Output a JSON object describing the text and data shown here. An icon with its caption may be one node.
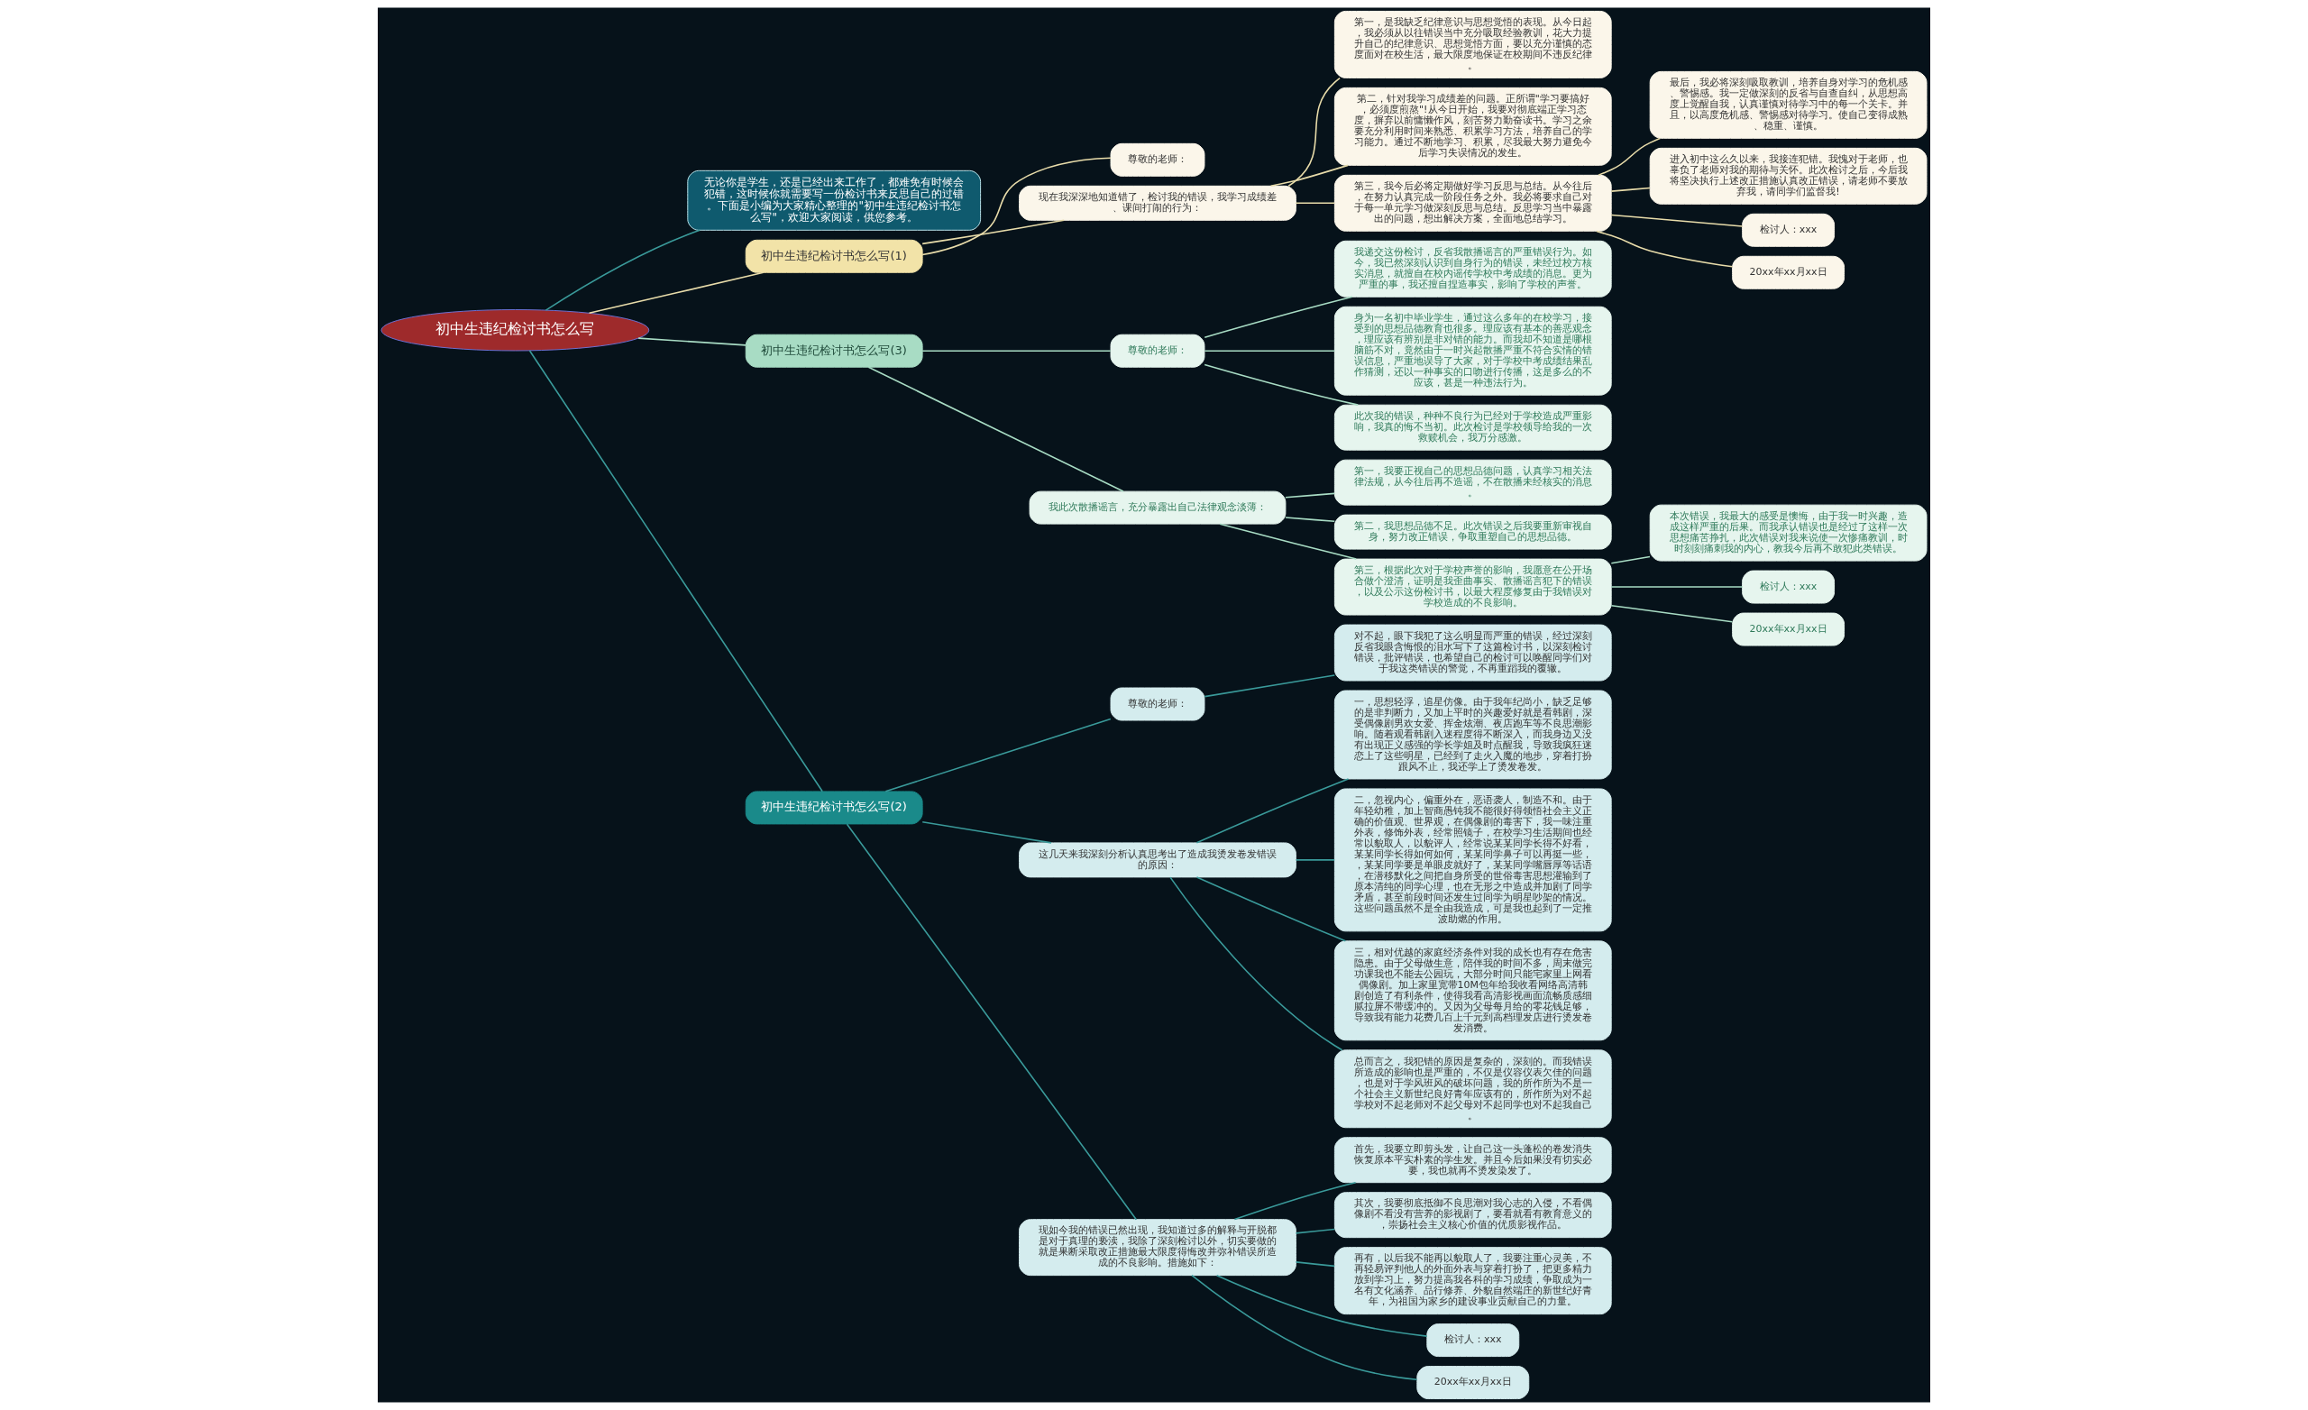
{
  "diagram": {
    "nodes": [
      {
        "text": [
          "初中生违纪检讨书怎么写"
        ]
      },
      {
        "text": [
          "无论你是学生，还是已经出来工作了，都难免有时候会犯错，这时候你就需要写一份检讨书来反思自己的过错。下面是小编为大家精心整理的\"初中生违纪检讨书怎么写\"，欢迎大家阅读，供您参考。"
        ]
      },
      {
        "text": [
          "初中生违纪检讨书怎么写(1)"
        ]
      },
      {
        "text": [
          "尊敬的老师："
        ]
      },
      {
        "text": [
          "现在我深深地知道错了，检讨我的错误，我学习成绩差、课间打闹的行为："
        ]
      },
      {
        "text": [
          "第一，是我缺乏纪律意识与思想觉悟的表现。从今日起，我必须从以往错误当中充分吸取经验教训，花大力提升自己的纪律意识、思想觉悟方面，要以充分谨慎的态度面对在校生活，最大限度地保证在校期间不违反纪律。"
        ]
      },
      {
        "text": [
          "第二，针对我学习成绩差的问题。正所谓\"学习要搞好，必须度煎熬\"!从今日开始，我要对彻底端正学习态度，摒弃以前慵懒作风，刻苦努力勤奋读书。学习之余要充分利用时间来熟悉、积累学习方法，培养自己的学习能力。通过不断地学习、积累，尽我最大努力避免今后学习失误情况的发生。"
        ]
      },
      {
        "text": [
          "第三，我今后必将定期做好学习反思与总结。从今往后，在努力认真完成一阶段任务之外。我必将要求自己对于每一单元学习做深刻反思与总结。反思学习当中暴露出的问题，想出解决方案，全面地总结学习。"
        ]
      },
      {
        "text": [
          "最后，我必将深刻吸取教训，培养自身对学习的危机感、警惕感。我一定做深刻的反省与自查自纠，从思想高度上觉醒自我，认真谨慎对待学习中的每一个关卡。并且，以高度危机感、警惕感对待学习。使自己变得成熟、稳重、谨慎。"
        ]
      },
      {
        "text": [
          "进入初中这么久以来，我接连犯错。我愧对于老师，也辜负了老师对我的期待与关怀。此次检讨之后，今后我将坚决执行上述改正措施认真改正错误，请老师不要放弃我，请同学们监督我!"
        ]
      },
      {
        "text": [
          "检讨人：xxx"
        ]
      },
      {
        "text": [
          "20xx年xx月xx日"
        ]
      },
      {
        "text": [
          "初中生违纪检讨书怎么写(3)"
        ]
      },
      {
        "text": [
          "尊敬的老师："
        ]
      },
      {
        "text": [
          "我递交这份检讨，反省我散播谣言的严重错误行为。如今，我已然深刻认识到自身行为的错误，未经过校方核实消息，就擅自在校内谣传学校中考成绩的消息。更为严重的事，我还擅自捏造事实，影响了学校的声誉。"
        ]
      },
      {
        "text": [
          "身为一名初中毕业学生，通过这么多年的在校学习，接受到的思想品德教育也很多。理应该有基本的善恶观念，理应该有辨别是非对错的能力。而我却不知道是哪根脑筋不对，竟然由于一时兴起散播严重不符合实情的错误信息，严重地误导了大家，对于学校中考成绩结果乱作猜测，还以一种事实的口吻进行传播，这是多么的不应该，甚是一种违法行为。"
        ]
      },
      {
        "text": [
          "此次我的错误，种种不良行为已经对于学校造成严重影响，我真的悔不当初。此次检讨是学校领导给我的一次救赎机会，我万分感激。"
        ]
      },
      {
        "text": [
          "我此次散播谣言，充分暴露出自己法律观念淡薄："
        ]
      },
      {
        "text": [
          "第一，我要正视自己的思想品德问题，认真学习相关法律法规，从今往后再不造谣，不在散播未经核实的消息。"
        ]
      },
      {
        "text": [
          "第二，我思想品德不足。此次错误之后我要重新审视自身，努力改正错误，争取重塑自己的思想品德。"
        ]
      },
      {
        "text": [
          "第三，根据此次对于学校声誉的影响，我愿意在公开场合做个澄清，证明是我歪曲事实、散播谣言犯下的错误，以及公示这份检讨书，以最大程度修复由于我错误对学校造成的不良影响。"
        ]
      },
      {
        "text": [
          "本次错误，我最大的感受是懊悔，由于我一时兴趣，造成这样严重的后果。而我承认错误也是经过了这样一次思想痛苦挣扎，此次错误对我来说使一次惨痛教训，时时刻刻痛刺我的内心，教我今后再不敢犯此类错误。"
        ]
      },
      {
        "text": [
          "检讨人：xxx"
        ]
      },
      {
        "text": [
          "20xx年xx月xx日"
        ]
      },
      {
        "text": [
          "初中生违纪检讨书怎么写(2)"
        ]
      },
      {
        "text": [
          "尊敬的老师："
        ]
      },
      {
        "text": [
          "对不起，眼下我犯了这么明显而严重的错误，经过深刻反省我眼含悔恨的泪水写下了这篇检讨书，以深刻检讨错误，批评错误，也希望自己的检讨可以唤醒同学们对于我这类错误的警觉，不再重蹈我的覆辙。"
        ]
      },
      {
        "text": [
          "这几天来我深刻分析认真思考出了造成我烫发卷发错误的原因："
        ]
      },
      {
        "text": [
          "一，思想轻浮，追星仿像。由于我年纪尚小，缺乏足够的是非判断力，又加上平时的兴趣爱好就是看韩剧，深受偶像剧男欢女爱、挥金炫潮、夜店跑车等不良思潮影响。随着观看韩剧入迷程度得不断深入，而我身边又没有出现正义感强的学长学姐及时点醒我，导致我疯狂迷恋上了这些明星，已经到了走火入魔的地步，穿着打扮跟风不止，我还学上了烫发卷发。"
        ]
      },
      {
        "text": [
          "二，忽视内心，偏重外在，恶语袭人，制造不和。由于年轻幼稚，加上智商愚钝我不能很好得领悟社会主义正确的价值观、世界观，在偶像剧的毒害下，我一味注重外表，修饰外表，经常照镜子，在校学习生活期间也经常以貌取人，以貌评人，经常说某某同学长得不好看，某某同学长得如何如何，某某同学鼻子可以再挺一些，，某某同学要是单眼皮就好了，某某同学嘴唇厚等话语，在潜移默化之间把自身所受的世俗毒害思想灌输到了原本清纯的同学心理，也在无形之中造成并加剧了同学矛盾，甚至前段时间还发生过同学为明星吵架的情况。这些问题虽然不是全由我造成，可是我也起到了一定推波助燃的作用。"
        ]
      },
      {
        "text": [
          "三，相对优越的家庭经济条件对我的成长也有存在危害隐患。由于父母做生意，陪伴我的时间不多，周末做完功课我也不能去公园玩，大部分时间只能宅家里上网看偶像剧。加上家里宽带10M包年给我收看网络高清韩剧创造了有利条件，使得我看高清影视画面流畅质感细腻拉屏不带缓冲的。又因为父母每月给的零花钱足够，导致我有能力花费几百上千元到高档理发店进行烫发卷发消费。"
        ]
      },
      {
        "text": [
          "总而言之，我犯错的原因是复杂的，深刻的。而我错误所造成的影响也是严重的，不仅是仪容仪表欠佳的问题，也是对于学风班风的破坏问题，我的所作所为不是一个社会主义新世纪良好青年应该有的，所作所为对不起学校对不起老师对不起父母对不起同学也对不起我自己。"
        ]
      },
      {
        "text": [
          "现如今我的错误已然出现，我知道过多的解释与开脱都是对于真理的亵渎，我除了深刻检讨以外，切实要做的就是果断采取改正措施最大限度得悔改并弥补错误所造成的不良影响。措施如下："
        ]
      },
      {
        "text": [
          "首先，我要立即剪头发，让自己这一头蓬松的卷发消失恢复原本平实朴素的学生发。并且今后如果没有切实必要，我也就再不烫发染发了。"
        ]
      },
      {
        "text": [
          "其次，我要彻底抵御不良思潮对我心志的入侵，不看偶像剧不看没有营养的影视剧了，要看就看有教育意义的，崇扬社会主义核心价值的优质影视作品。"
        ]
      },
      {
        "text": [
          "再有，以后我不能再以貌取人了，我要注重心灵美，不再轻易评判他人的外面外表与穿着打扮了，把更多精力放到学习上，努力提高我各科的学习成绩，争取成为一名有文化涵养、品行修养、外貌自然端庄的新世纪好青年，为祖国为家乡的建设事业贡献自己的力量。"
        ]
      },
      {
        "text": [
          "检讨人：xxx"
        ]
      },
      {
        "text": [
          "20xx年xx月xx日"
        ]
      }
    ],
    "edges": [
      {
        "from": 0,
        "to": 1,
        "arrow": "none"
      },
      {
        "from": 0,
        "to": 2,
        "arrow": "none",
        "color": "#e8dcaa"
      },
      {
        "from": 2,
        "to": 3,
        "arrow": "none",
        "color": "#e8dcaa"
      },
      {
        "from": 2,
        "to": 4,
        "arrow": "none",
        "color": "#e8dcaa"
      },
      {
        "from": 4,
        "to": 5,
        "arrow": "none",
        "color": "#e8dcaa"
      },
      {
        "from": 4,
        "to": 6,
        "arrow": "none",
        "color": "#e8dcaa"
      },
      {
        "from": 4,
        "to": 7,
        "arrow": "none",
        "color": "#e8dcaa"
      },
      {
        "from": 7,
        "to": 8,
        "arrow": "none",
        "color": "#e8dcaa"
      },
      {
        "from": 7,
        "to": 9,
        "arrow": "none",
        "color": "#e8dcaa"
      },
      {
        "from": 7,
        "to": 10,
        "arrow": "none",
        "color": "#e8dcaa"
      },
      {
        "from": 7,
        "to": 11,
        "arrow": "none",
        "color": "#e8dcaa"
      },
      {
        "from": 0,
        "to": 12,
        "arrow": "none",
        "color": "#a8dcc4"
      },
      {
        "from": 12,
        "to": 13,
        "arrow": "none",
        "color": "#a8dcc4"
      },
      {
        "from": 13,
        "to": 14,
        "arrow": "none",
        "color": "#a8dcc4"
      },
      {
        "from": 13,
        "to": 15,
        "arrow": "none",
        "color": "#a8dcc4"
      },
      {
        "from": 13,
        "to": 16,
        "arrow": "none",
        "color": "#a8dcc4"
      },
      {
        "from": 12,
        "to": 17,
        "arrow": "none",
        "color": "#a8dcc4"
      },
      {
        "from": 17,
        "to": 18,
        "arrow": "none",
        "color": "#a8dcc4"
      },
      {
        "from": 17,
        "to": 19,
        "arrow": "none",
        "color": "#a8dcc4"
      },
      {
        "from": 17,
        "to": 20,
        "arrow": "none",
        "color": "#a8dcc4"
      },
      {
        "from": 20,
        "to": 21,
        "arrow": "none",
        "color": "#a8dcc4"
      },
      {
        "from": 20,
        "to": 22,
        "arrow": "none",
        "color": "#a8dcc4"
      },
      {
        "from": 20,
        "to": 23,
        "arrow": "none",
        "color": "#a8dcc4"
      },
      {
        "from": 0,
        "to": 24,
        "arrow": "none"
      },
      {
        "from": 24,
        "to": 25,
        "arrow": "none"
      },
      {
        "from": 25,
        "to": 26,
        "arrow": "none"
      },
      {
        "from": 24,
        "to": 27,
        "arrow": "none"
      },
      {
        "from": 27,
        "to": 28,
        "arrow": "none"
      },
      {
        "from": 27,
        "to": 29,
        "arrow": "none"
      },
      {
        "from": 27,
        "to": 30,
        "arrow": "none"
      },
      {
        "from": 27,
        "to": 31,
        "arrow": "none"
      },
      {
        "from": 24,
        "to": 32,
        "arrow": "none"
      },
      {
        "from": 32,
        "to": 33,
        "arrow": "none"
      },
      {
        "from": 32,
        "to": 34,
        "arrow": "none"
      },
      {
        "from": 32,
        "to": 35,
        "arrow": "none"
      },
      {
        "from": 32,
        "to": 36,
        "arrow": "none"
      },
      {
        "from": 32,
        "to": 37,
        "arrow": "none"
      }
    ]
  }
}
